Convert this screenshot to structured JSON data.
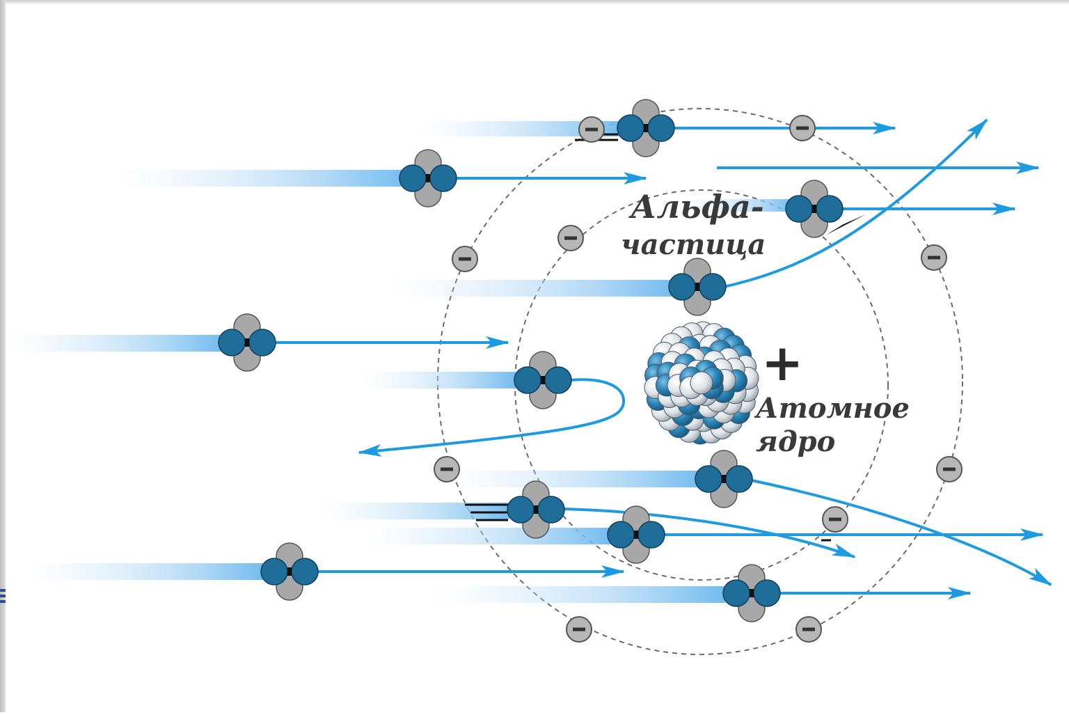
{
  "diagram": {
    "labels": {
      "alpha_line1": "Альфа-",
      "alpha_line2": "частица",
      "nucleus_line1": "Атомное",
      "nucleus_line2": "ядро",
      "nucleus_charge": "+",
      "electron_charge": "−"
    },
    "colors": {
      "arrow": "#1e9ae0",
      "proton": "#1f6e99",
      "neutron": "#a8a8a8",
      "orbit": "#6a6a6a",
      "nucleus_blue": "#2c86b9",
      "nucleus_white": "#dfe4e8",
      "background": "#ffffff"
    },
    "icons": {
      "alpha_particle": "alpha-particle-icon",
      "electron": "electron-icon",
      "nucleus": "nucleus-icon"
    }
  }
}
